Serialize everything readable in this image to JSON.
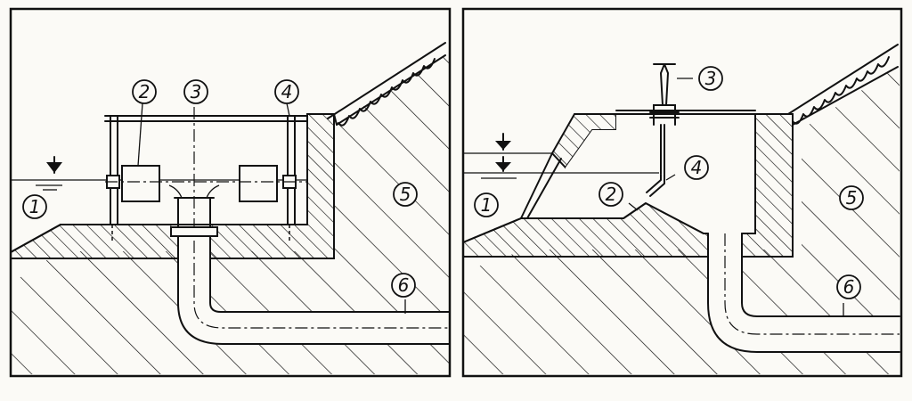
{
  "panels": [
    {
      "id": "left",
      "labels": [
        {
          "key": "water",
          "text": "1"
        },
        {
          "key": "float",
          "text": "2"
        },
        {
          "key": "intake",
          "text": "3"
        },
        {
          "key": "guide",
          "text": "4"
        },
        {
          "key": "embankment",
          "text": "5"
        },
        {
          "key": "pipe",
          "text": "6"
        }
      ]
    },
    {
      "id": "right",
      "labels": [
        {
          "key": "water",
          "text": "1"
        },
        {
          "key": "sill",
          "text": "2"
        },
        {
          "key": "valve",
          "text": "3"
        },
        {
          "key": "gate",
          "text": "4"
        },
        {
          "key": "embankment",
          "text": "5"
        },
        {
          "key": "pipe",
          "text": "6"
        }
      ]
    }
  ],
  "colors": {
    "ink": "#111111",
    "paper": "#fbfaf6"
  },
  "icons": {
    "water_level": "inverted-triangle-water-level-icon"
  }
}
